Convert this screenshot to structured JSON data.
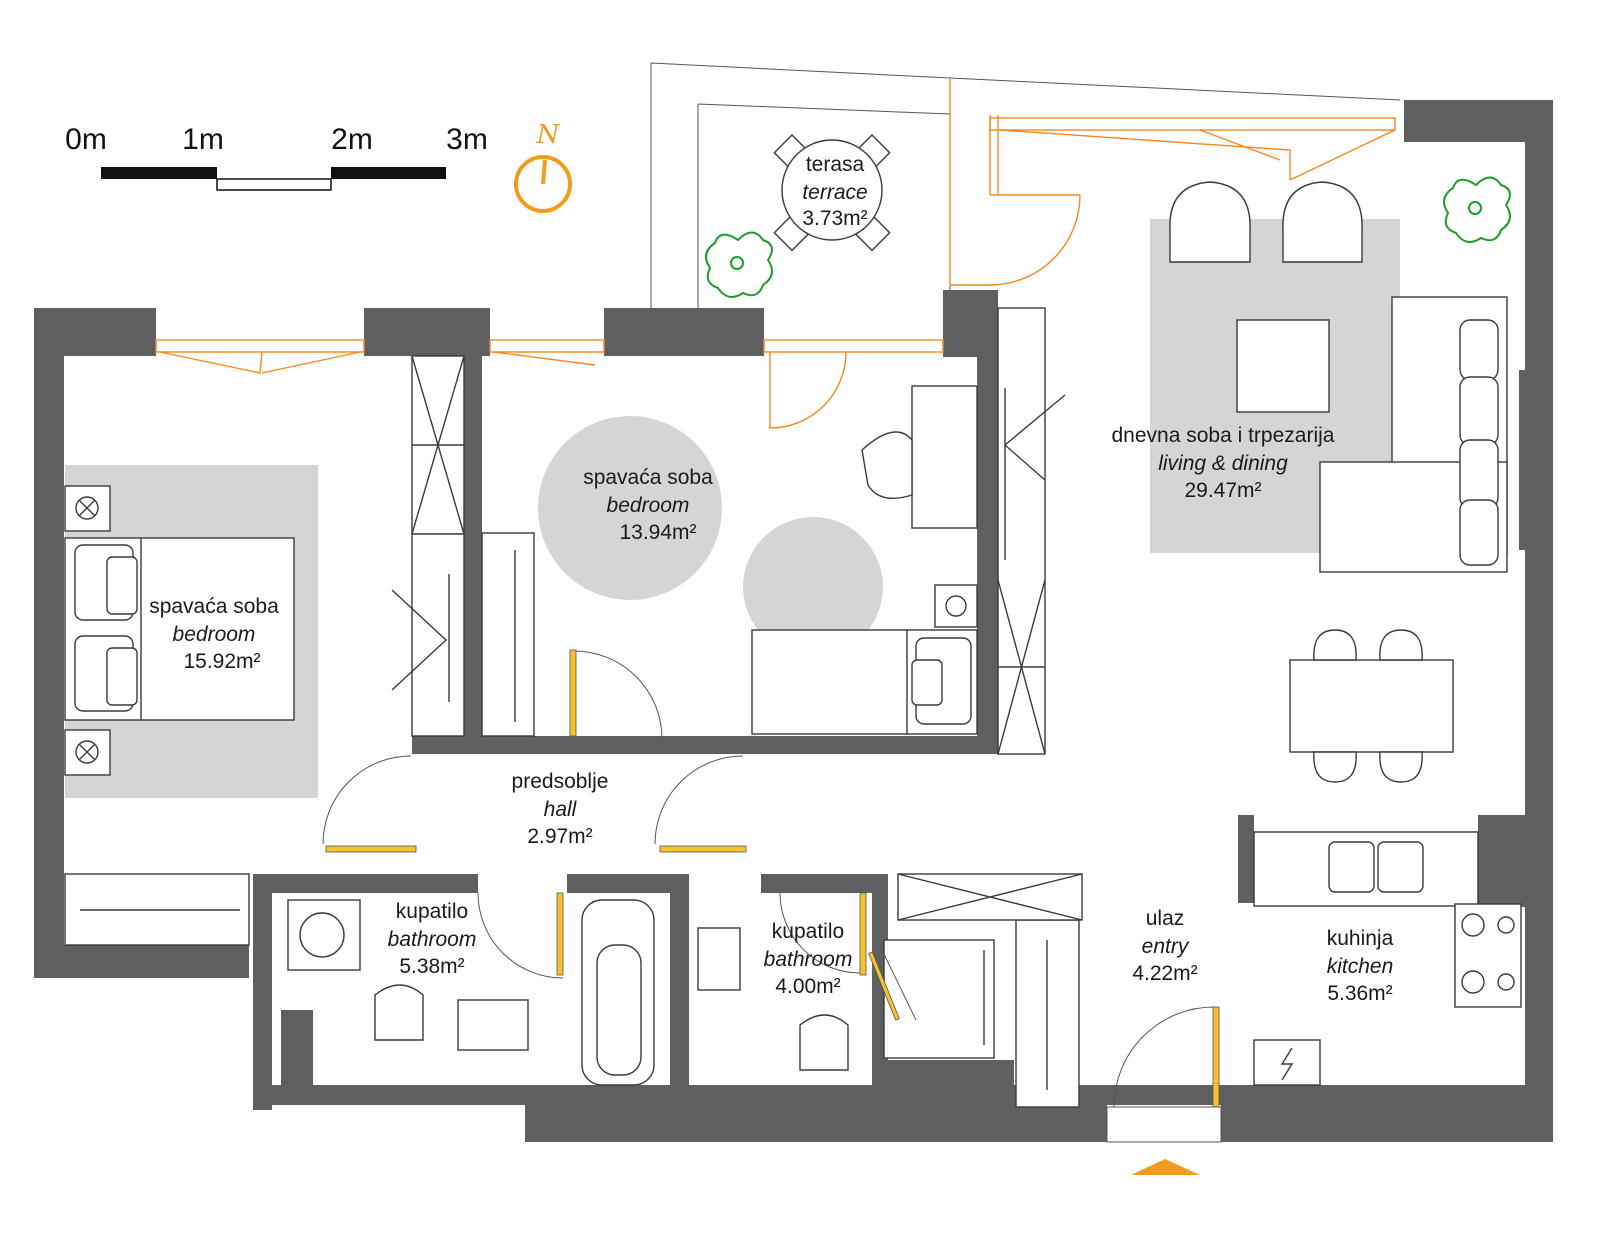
{
  "scale_bar": {
    "ticks": [
      "0m",
      "1m",
      "2m",
      "3m"
    ]
  },
  "north": {
    "label": "N"
  },
  "colors": {
    "wall": "#5f5f62",
    "window": "#f08a1e",
    "door_leaf": "#f6c12b",
    "rug": "#d5d5d5",
    "plant": "#1e9a2e",
    "entry_arrow": "#f29b1c"
  },
  "rooms": {
    "terrace": {
      "name_local": "terasa",
      "name_en": "terrace",
      "area": "3.73m²"
    },
    "living": {
      "name_local": "dnevna soba i trpezarija",
      "name_en": "living & dining",
      "area": "29.47m²"
    },
    "bedroom_small": {
      "name_local": "spavaća soba",
      "name_en": "bedroom",
      "area": "13.94m²"
    },
    "bedroom_large": {
      "name_local": "spavaća soba",
      "name_en": "bedroom",
      "area": "15.92m²"
    },
    "hall": {
      "name_local": "predsoblje",
      "name_en": "hall",
      "area": "2.97m²"
    },
    "bathroom_1": {
      "name_local": "kupatilo",
      "name_en": "bathroom",
      "area": "5.38m²"
    },
    "bathroom_2": {
      "name_local": "kupatilo",
      "name_en": "bathroom",
      "area": "4.00m²"
    },
    "entry": {
      "name_local": "ulaz",
      "name_en": "entry",
      "area": "4.22m²"
    },
    "kitchen": {
      "name_local": "kuhinja",
      "name_en": "kitchen",
      "area": "5.36m²"
    }
  }
}
